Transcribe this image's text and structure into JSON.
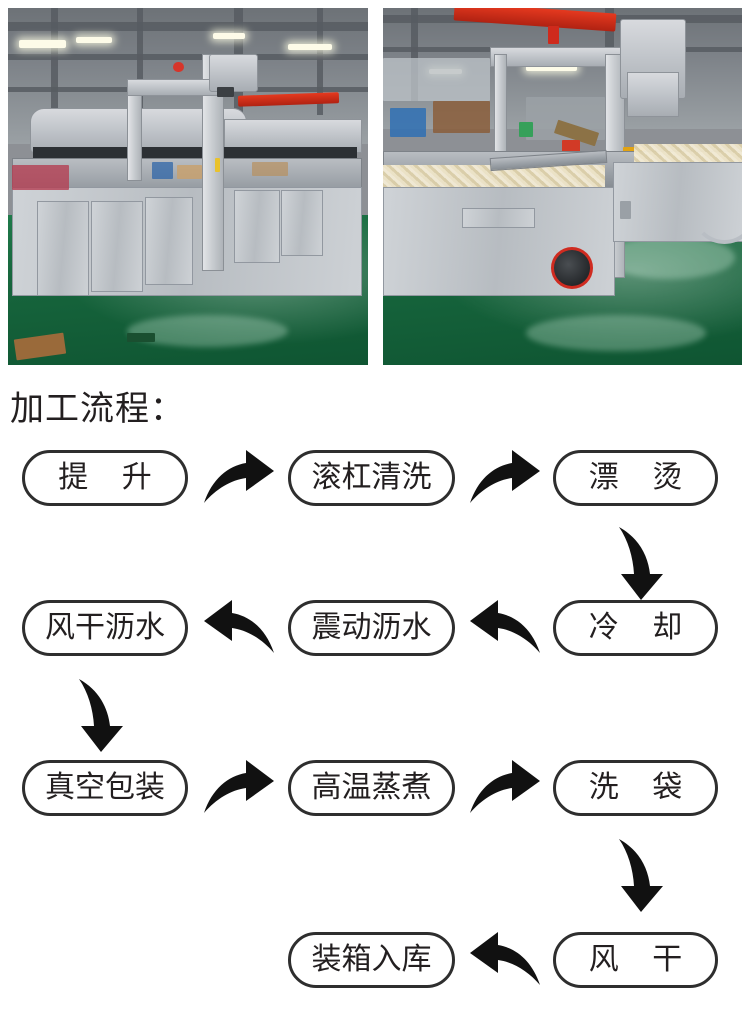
{
  "photos": [
    {
      "name": "blanching-line-overview-photo",
      "alt": "Stainless steel continuous blanching and cooling line inside factory workshop with green epoxy floor"
    },
    {
      "name": "blanching-line-product-photo",
      "alt": "Stainless steel blanching tank filled with product and conveyor with red caster wheel on green epoxy floor"
    }
  ],
  "flow": {
    "title": "加工流程：",
    "border_color": "#2e2e2e",
    "text_color": "#231f20",
    "steps": [
      {
        "id": "step-lift",
        "label": "提 升",
        "spaced": true
      },
      {
        "id": "step-roller-washing",
        "label": "滚杠清洗",
        "spaced": false
      },
      {
        "id": "step-blanching",
        "label": "漂 烫",
        "spaced": true
      },
      {
        "id": "step-cooling",
        "label": "冷 却",
        "spaced": true
      },
      {
        "id": "step-vibration-drain",
        "label": "震动沥水",
        "spaced": false
      },
      {
        "id": "step-air-dry-drain",
        "label": "风干沥水",
        "spaced": false
      },
      {
        "id": "step-vacuum-packing",
        "label": "真空包装",
        "spaced": false
      },
      {
        "id": "step-high-temp-cook",
        "label": "高温蒸煮",
        "spaced": false
      },
      {
        "id": "step-bag-washing",
        "label": "洗 袋",
        "spaced": true
      },
      {
        "id": "step-air-drying",
        "label": "风 干",
        "spaced": true
      },
      {
        "id": "step-boxing-storage",
        "label": "装箱入库",
        "spaced": false
      }
    ],
    "connectors": [
      {
        "id": "arrow-lift-to-roller-washing",
        "direction": "right"
      },
      {
        "id": "arrow-roller-washing-to-blanching",
        "direction": "right"
      },
      {
        "id": "arrow-blanching-to-cooling",
        "direction": "down"
      },
      {
        "id": "arrow-cooling-to-vibration-drain",
        "direction": "left"
      },
      {
        "id": "arrow-vibration-drain-to-air-dry",
        "direction": "left"
      },
      {
        "id": "arrow-air-dry-to-vacuum-packing",
        "direction": "down"
      },
      {
        "id": "arrow-vacuum-packing-to-high-temp",
        "direction": "right"
      },
      {
        "id": "arrow-high-temp-to-bag-washing",
        "direction": "right"
      },
      {
        "id": "arrow-bag-washing-to-air-drying",
        "direction": "down"
      },
      {
        "id": "arrow-air-drying-to-boxing-storage",
        "direction": "left"
      }
    ]
  }
}
